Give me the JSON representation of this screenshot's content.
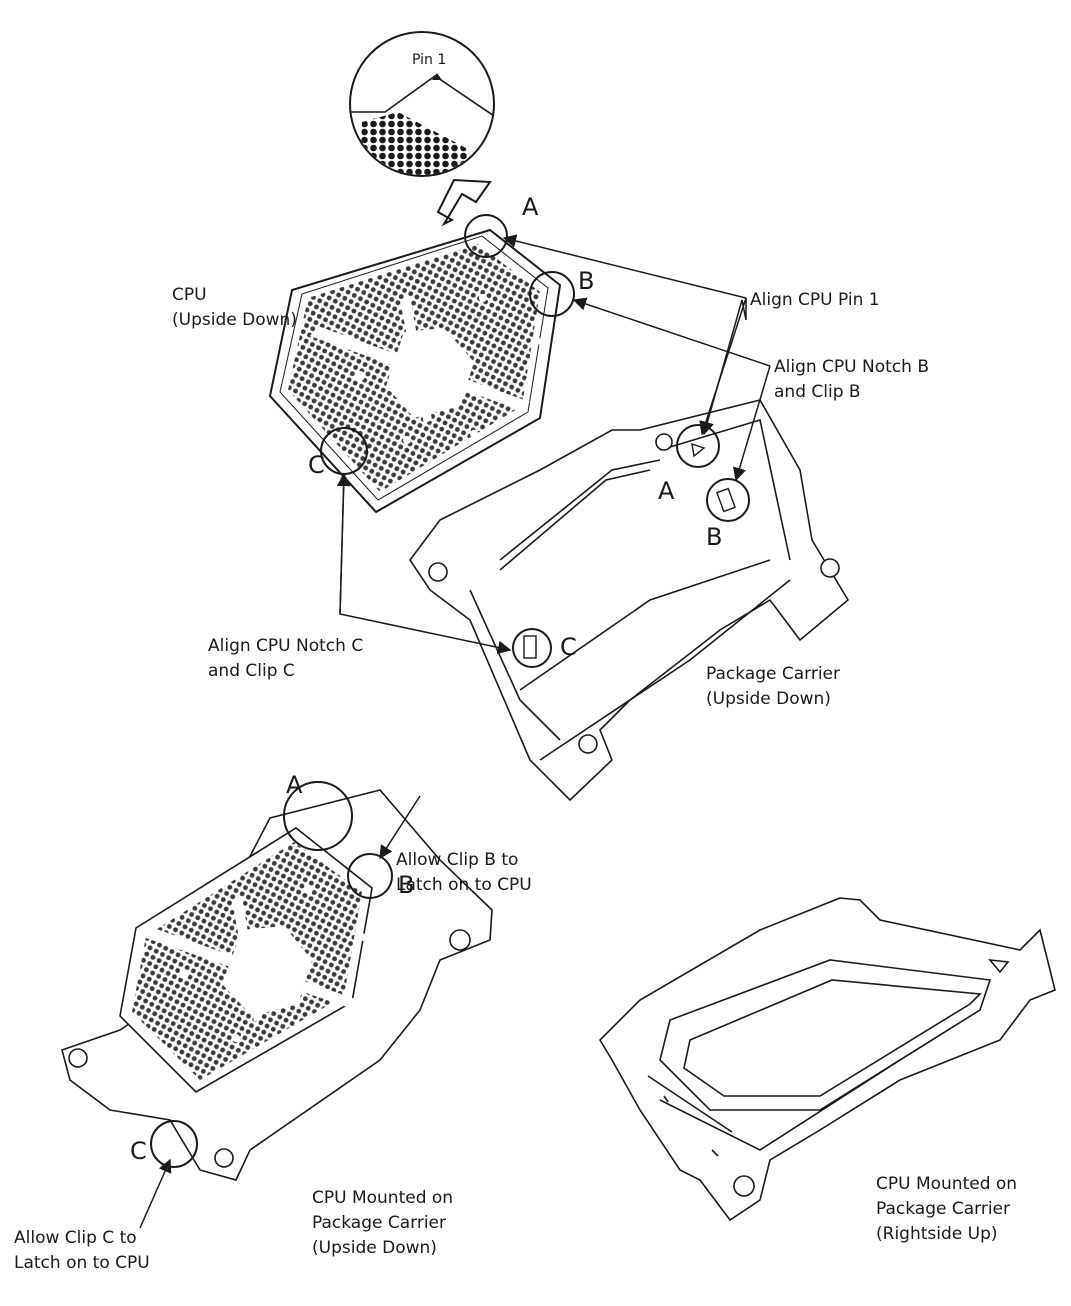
{
  "labels": {
    "pin1": "Pin 1",
    "cpu_line1": "CPU",
    "cpu_line2": "(Upside Down)",
    "align_pin1": "Align CPU Pin 1",
    "align_notch_b_line1": "Align CPU Notch B",
    "align_notch_b_line2": "and Clip B",
    "align_notch_c_line1": "Align CPU Notch C",
    "align_notch_c_line2": "and Clip C",
    "package_carrier_line1": "Package Carrier",
    "package_carrier_line2": "(Upside Down)",
    "allow_clip_b_line1": "Allow Clip B to",
    "allow_clip_b_line2": "Latch on to CPU",
    "allow_clip_c_line1": "Allow Clip C to",
    "allow_clip_c_line2": "Latch on to CPU",
    "mounted_upside_line1": "CPU Mounted on",
    "mounted_upside_line2": "Package Carrier",
    "mounted_upside_line3": "(Upside Down)",
    "mounted_rightside_line1": "CPU Mounted on",
    "mounted_rightside_line2": "Package Carrier",
    "mounted_rightside_line3": "(Rightside Up)"
  },
  "callouts": {
    "a": "A",
    "b": "B",
    "c": "C"
  },
  "colors": {
    "line": "#1a1a1a",
    "pad": "#3a3a3a",
    "paper": "#ffffff"
  }
}
